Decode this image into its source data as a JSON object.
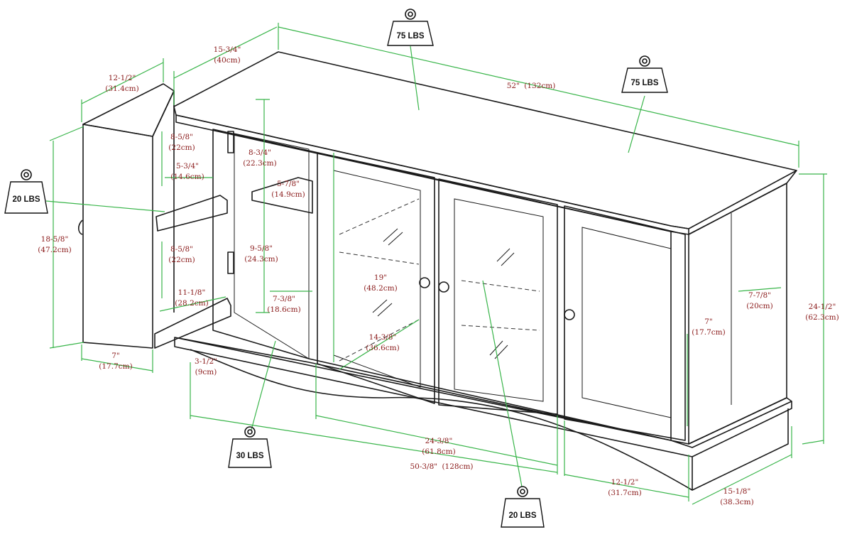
{
  "colors": {
    "dimension_line": "#39b54a",
    "dimension_text": "#8a1a1a",
    "outline": "#1a1a1a"
  },
  "dimensions": {
    "top_width": [
      "52\"",
      "(132cm)"
    ],
    "top_depth": [
      "15-3/4\"",
      "(40cm)"
    ],
    "door_depth": [
      "12-1/2\"",
      "(31.4cm)"
    ],
    "side_height": [
      "18-5/8\"",
      "(47.2cm)"
    ],
    "side_bottom_width": [
      "7\"",
      "(17.7cm)"
    ],
    "upper_opening": [
      "8-5/8\"",
      "(22cm)"
    ],
    "shelf_depth_left": [
      "5-3/4\"",
      "(14.6cm)"
    ],
    "lower_opening": [
      "8-5/8\"",
      "(22cm)"
    ],
    "inner_width_left": [
      "11-1/8\"",
      "(28.2cm)"
    ],
    "upper_opening_right": [
      "8-3/4\"",
      "(22.3cm)"
    ],
    "shelf_depth_right": [
      "5-7/8\"",
      "(14.9cm)"
    ],
    "lower_opening_right": [
      "9-5/8\"",
      "(24.3cm)"
    ],
    "shelf_width_right": [
      "7-3/8\"",
      "(18.6cm)"
    ],
    "glass_height": [
      "19\"",
      "(48.2cm)"
    ],
    "glass_shelf_depth": [
      "14-3/8\"",
      "(36.6cm)"
    ],
    "base_clearance": [
      "3-1/2\"",
      "(9cm)"
    ],
    "glass_section_width": [
      "24-3/8\"",
      "(61.8cm)"
    ],
    "base_width": [
      "50-3/8\"",
      "(128cm)"
    ],
    "right_section_width": [
      "12-1/2\"",
      "(31.7cm)"
    ],
    "base_depth": [
      "15-1/8\"",
      "(38.3cm)"
    ],
    "total_height": [
      "24-1/2\"",
      "(62.3cm)"
    ],
    "right_door_depth": [
      "7-7/8\"",
      "(20cm)"
    ],
    "right_side_inner": [
      "7\"",
      "(17.7cm)"
    ]
  },
  "weights": {
    "top_left": "75 LBS",
    "top_right": "75 LBS",
    "left_shelf": "20 LBS",
    "bottom_left": "30 LBS",
    "bottom_center": "20 LBS"
  }
}
